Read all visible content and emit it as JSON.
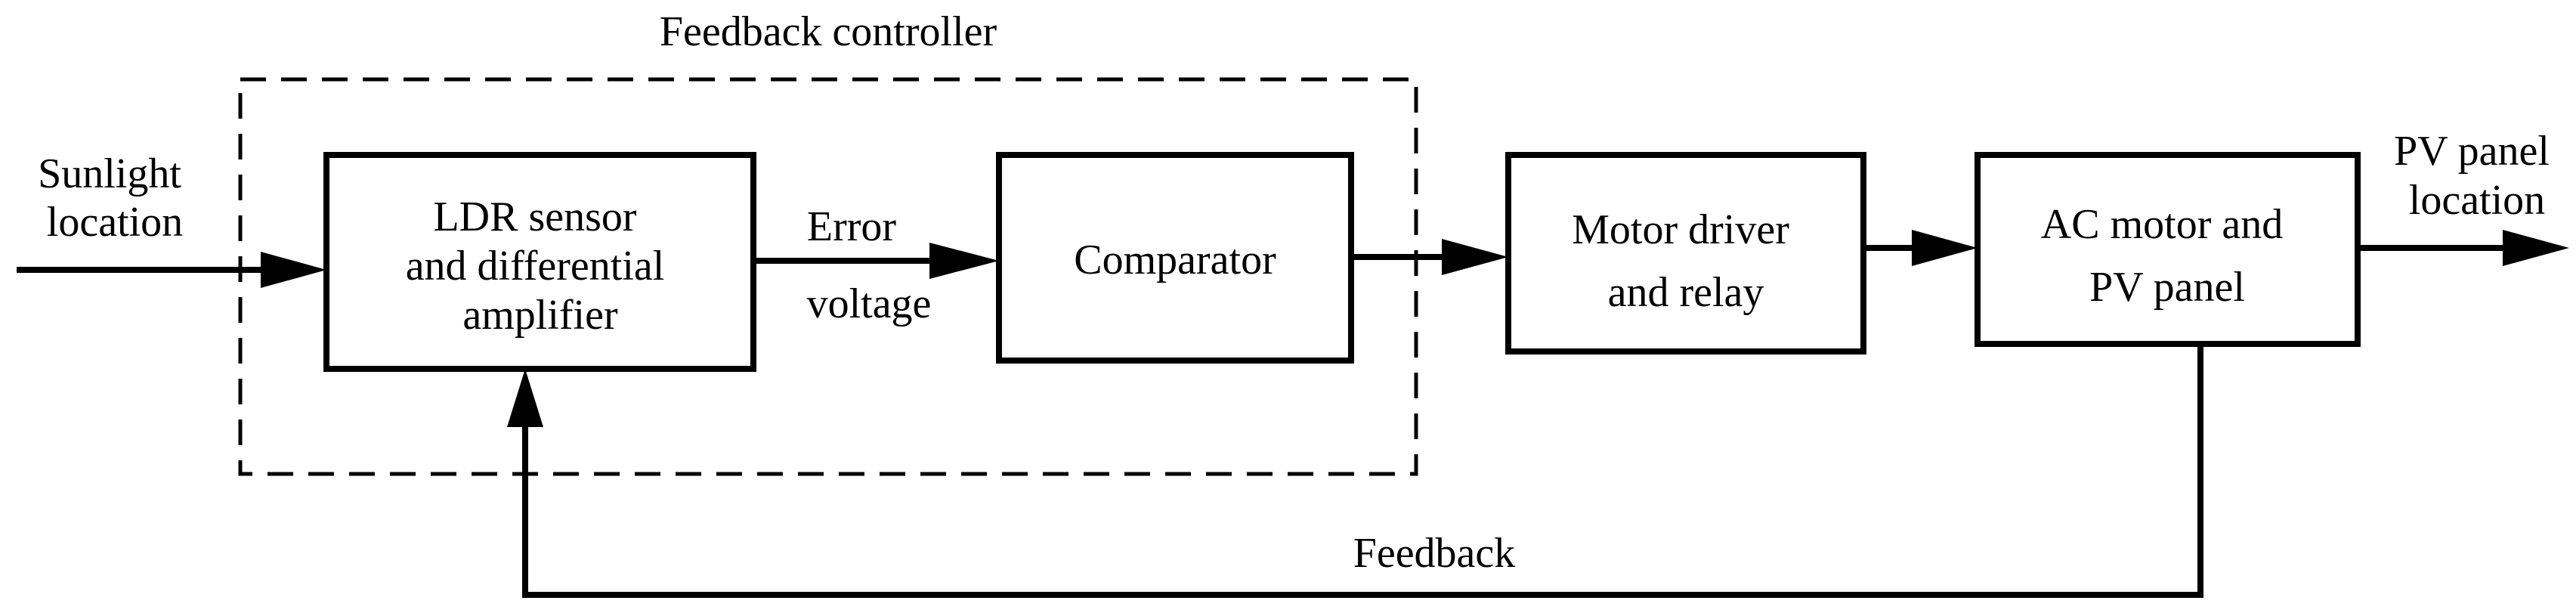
{
  "diagram": {
    "group_label": "Feedback controller",
    "input": [
      "Sunlight",
      "location"
    ],
    "output": [
      "PV panel",
      "location"
    ],
    "edge_label": [
      "Error",
      "voltage"
    ],
    "feedback_label": "Feedback",
    "blocks": {
      "ldr": [
        "LDR sensor",
        "and differential",
        "amplifier"
      ],
      "comparator": [
        "Comparator"
      ],
      "driver": [
        "Motor driver",
        "and relay"
      ],
      "motor": [
        "AC motor and",
        "PV panel"
      ]
    }
  }
}
